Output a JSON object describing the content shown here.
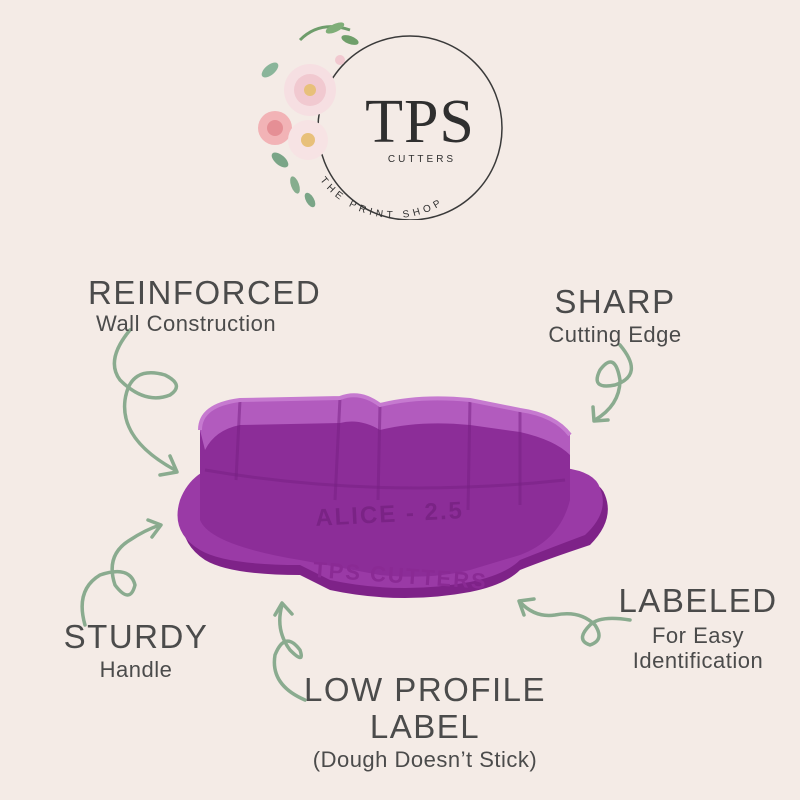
{
  "logo": {
    "brand": "TPS",
    "tagline": "CUTTERS",
    "arc_text": "THE PRINT SHOP"
  },
  "features": {
    "reinforced": {
      "title": "REINFORCED",
      "subtitle": "Wall Construction"
    },
    "sharp": {
      "title": "SHARP",
      "subtitle": "Cutting Edge"
    },
    "sturdy": {
      "title": "STURDY",
      "subtitle": "Handle"
    },
    "labeled": {
      "title": "LABELED",
      "subtitle_line1": "For Easy",
      "subtitle_line2": "Identification"
    },
    "low_profile": {
      "title_line1": "LOW PROFILE",
      "title_line2": "LABEL",
      "subtitle": "(Dough Doesn’t Stick)"
    }
  },
  "product": {
    "top_label": "ALICE - 2.5",
    "bottom_label": "TPS CUTTERS"
  },
  "colors": {
    "background": "#f4ebe6",
    "arrow": "#8aab8f",
    "product": "#8a2a94",
    "text": "#4b4b4b"
  }
}
